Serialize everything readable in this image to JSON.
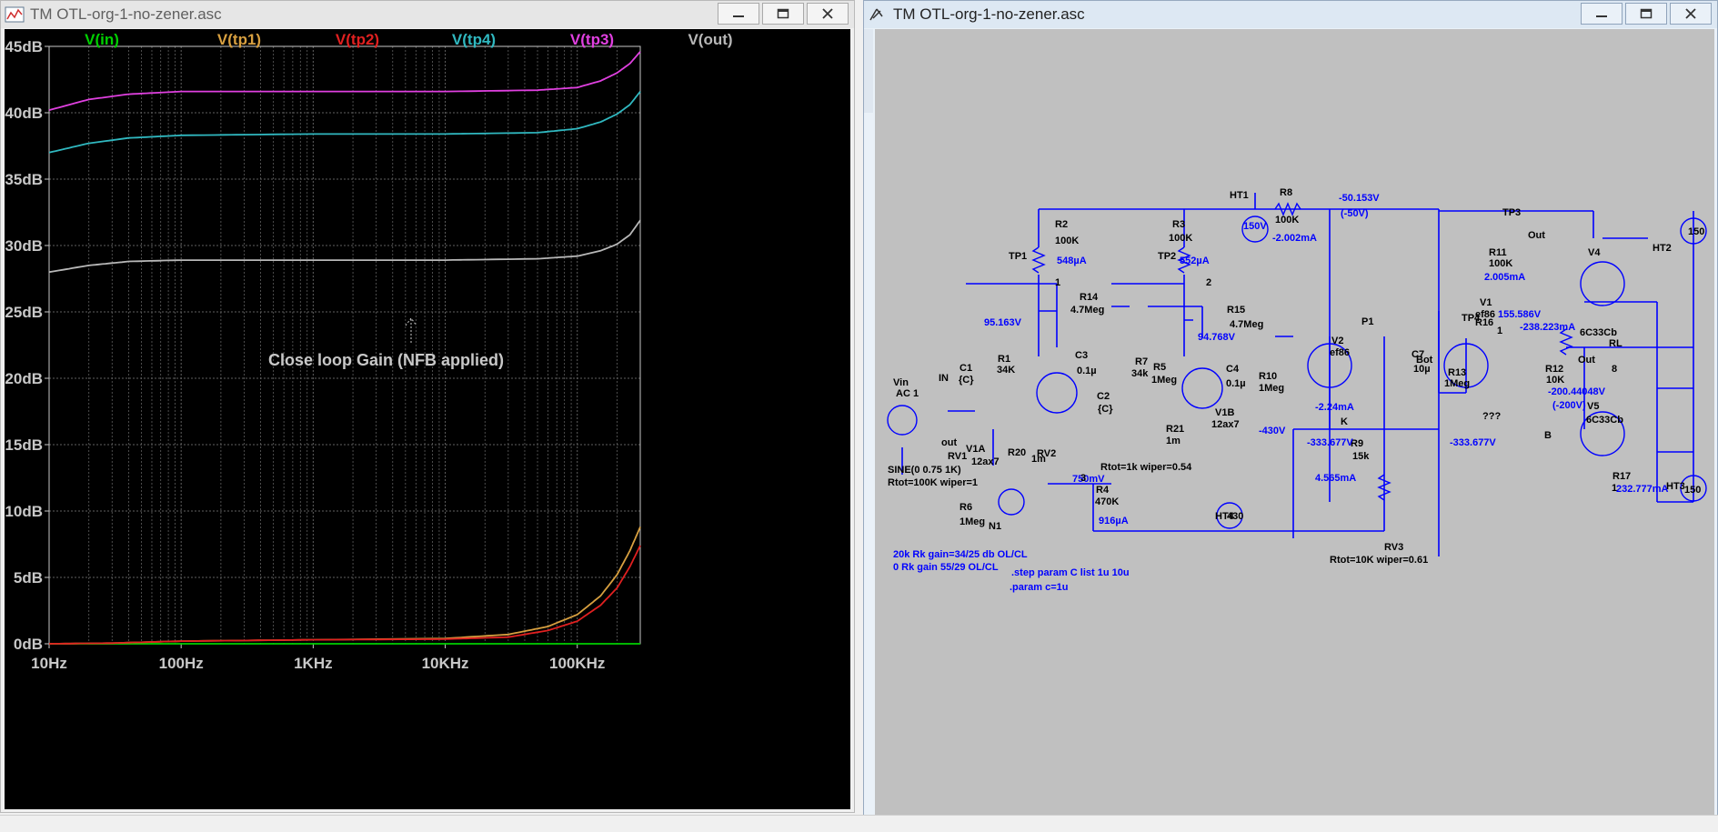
{
  "left_window": {
    "title": "TM OTL-org-1-no-zener.asc",
    "annotation": "Close loop Gain (NFB applied)"
  },
  "right_window": {
    "title": "TM OTL-org-1-no-zener.asc"
  },
  "colors": {
    "vin": "#00d000",
    "vtp1": "#d8a040",
    "vtp2": "#e02020",
    "vtp4": "#30b8c0",
    "vtp3": "#e040e0",
    "vout": "#b8b8b8",
    "grid": "#606060",
    "axis_text": "#c8c8c8",
    "wire": "#0000ff"
  },
  "chart_data": {
    "type": "line",
    "xscale": "log",
    "xlim": [
      10,
      300000
    ],
    "ylim": [
      0,
      45
    ],
    "ylabel_unit": "dB",
    "xticks": [
      "10Hz",
      "100Hz",
      "1KHz",
      "10KHz",
      "100KHz"
    ],
    "yticks": [
      "0dB",
      "5dB",
      "10dB",
      "15dB",
      "20dB",
      "25dB",
      "30dB",
      "35dB",
      "40dB",
      "45dB"
    ],
    "legend": [
      "V(in)",
      "V(tp1)",
      "V(tp2)",
      "V(tp4)",
      "V(tp3)",
      "V(out)"
    ],
    "series": [
      {
        "name": "V(in)",
        "x": [
          10,
          100,
          1000,
          10000,
          100000,
          300000
        ],
        "values": [
          0,
          0,
          0,
          0,
          0,
          0
        ]
      },
      {
        "name": "V(tp1)",
        "x": [
          10,
          30,
          100,
          1000,
          10000,
          30000,
          60000,
          100000,
          150000,
          200000,
          250000,
          300000
        ],
        "values": [
          0,
          0.05,
          0.2,
          0.3,
          0.4,
          0.7,
          1.3,
          2.2,
          3.6,
          5.2,
          7.0,
          8.8
        ]
      },
      {
        "name": "V(tp2)",
        "x": [
          10,
          30,
          100,
          1000,
          10000,
          30000,
          60000,
          100000,
          150000,
          200000,
          250000,
          300000
        ],
        "values": [
          0,
          0.05,
          0.2,
          0.3,
          0.35,
          0.5,
          1.0,
          1.7,
          2.9,
          4.2,
          5.8,
          7.4
        ]
      },
      {
        "name": "V(tp4)",
        "x": [
          10,
          20,
          40,
          100,
          1000,
          10000,
          50000,
          100000,
          150000,
          200000,
          250000,
          300000
        ],
        "values": [
          37.0,
          37.7,
          38.1,
          38.3,
          38.4,
          38.4,
          38.5,
          38.8,
          39.3,
          39.9,
          40.6,
          41.6
        ]
      },
      {
        "name": "V(tp3)",
        "x": [
          10,
          20,
          40,
          100,
          1000,
          10000,
          50000,
          100000,
          150000,
          200000,
          250000,
          300000
        ],
        "values": [
          40.2,
          41.0,
          41.4,
          41.6,
          41.6,
          41.6,
          41.7,
          41.9,
          42.4,
          43.0,
          43.7,
          44.6
        ]
      },
      {
        "name": "V(out)",
        "x": [
          10,
          20,
          40,
          100,
          1000,
          10000,
          50000,
          100000,
          150000,
          200000,
          250000,
          300000
        ],
        "values": [
          28.0,
          28.5,
          28.8,
          28.9,
          28.9,
          28.9,
          29.0,
          29.2,
          29.6,
          30.1,
          30.8,
          31.9
        ]
      }
    ]
  },
  "schematic": {
    "labels": [
      "HT1",
      "150V",
      "R8",
      "100K",
      "-2.002mA",
      "-50.153V",
      "(-50V)",
      "TP3",
      "Out",
      "R11",
      "100K",
      "2.005mA",
      "V4",
      "HT2",
      "150",
      "R2",
      "100K",
      "548µA",
      "TP1",
      "1",
      "R14",
      "4.7Meg",
      "95.163V",
      "C3",
      "0.1µ",
      "R3",
      "100K",
      "552µA",
      "TP2",
      "2",
      "R15",
      "4.7Meg",
      "94.768V",
      "C4",
      "0.1µ",
      "P1",
      "V2",
      "ef86",
      "C7",
      "10µ",
      "Bot",
      "R13",
      "1Meg",
      "V1",
      "ef86",
      "155.586V",
      "TP4",
      "R12",
      "10K",
      "-200.44048V",
      "(-200V)",
      "R16",
      "1",
      "-238.223mA",
      "6C33Cb",
      "RL",
      "8",
      "Out",
      "Vin",
      "AC 1",
      "IN",
      "C1",
      "{C}",
      "R1",
      "34K",
      "out",
      "RV1",
      "V1A",
      "12ax7",
      "R20",
      "1m",
      "RV2",
      "R7",
      "34k",
      "R5",
      "1Meg",
      "C2",
      "{C}",
      "V1B",
      "12ax7",
      "R21",
      "1m",
      "Rtot=1k wiper=0.54",
      "R10",
      "1Meg",
      "-430V",
      "-2.24mA",
      "K",
      "R9",
      "15k",
      "4.565mA",
      "-333.677V",
      "-333.677V",
      "???",
      "V5",
      "6C33Cb",
      "B",
      "R17",
      "1",
      "232.777mA",
      "HT3",
      "150",
      "SINE(0 0.75 1K)",
      "Rtot=100K wiper=1",
      "750mV",
      "3",
      "R4",
      "470K",
      "916µA",
      "N1",
      "R6",
      "1Meg",
      "HT4",
      "430",
      "RV3",
      "Rtot=10K wiper=0.61",
      "20k Rk gain=34/25 db OL/CL",
      "0 Rk gain 55/29 OL/CL",
      ".step param C list 1u 10u",
      ".param c=1u"
    ]
  }
}
